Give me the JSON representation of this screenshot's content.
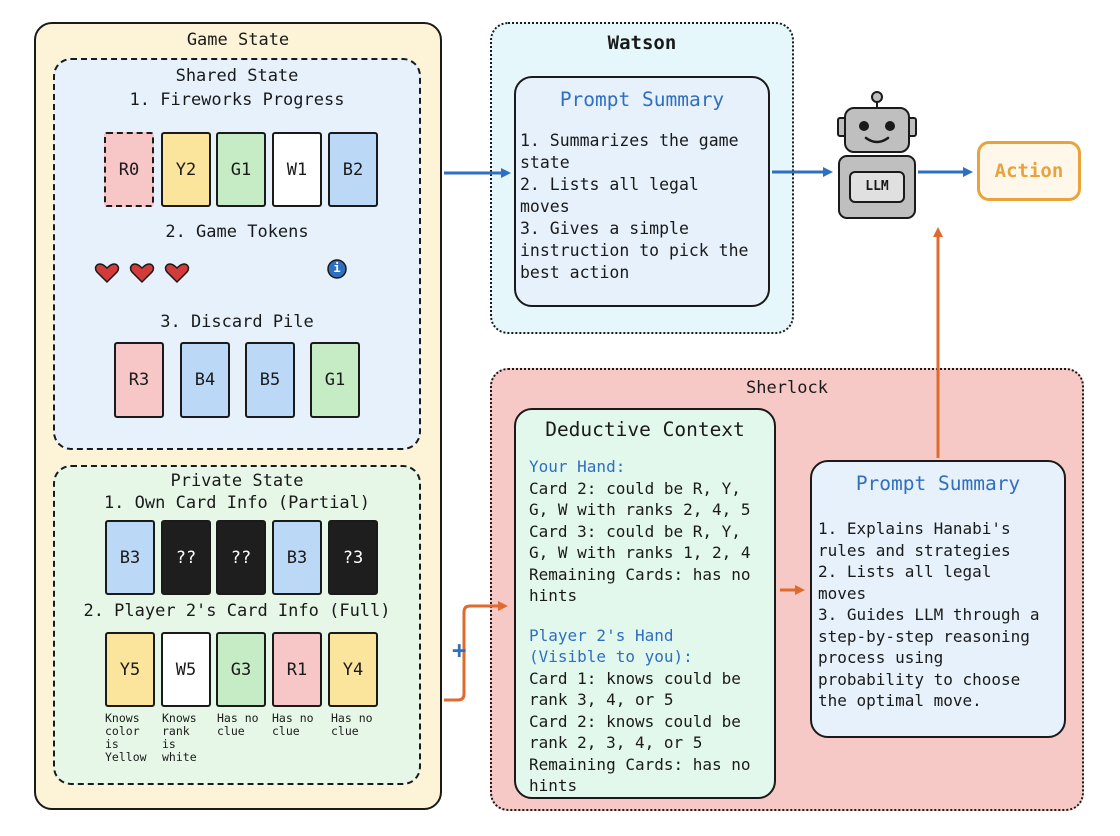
{
  "game_state": {
    "title": "Game State",
    "shared": {
      "title": "Shared State",
      "fireworks_heading": "1. Fireworks Progress",
      "fireworks": [
        "R0",
        "Y2",
        "G1",
        "W1",
        "B2"
      ],
      "tokens_heading": "2. Game Tokens",
      "discard_heading": "3. Discard Pile",
      "discard": [
        "R3",
        "B4",
        "B5",
        "G1"
      ]
    },
    "private": {
      "title": "Private State",
      "own_heading": "1. Own Card Info (Partial)",
      "own_cards": [
        "B3",
        "??",
        "??",
        "B3",
        "?3"
      ],
      "player2_heading": "2. Player 2's Card Info (Full)",
      "player2_cards": [
        "Y5",
        "W5",
        "G3",
        "R1",
        "Y4"
      ],
      "player2_notes": [
        "Knows color is Yellow",
        "Knows rank is white",
        "Has no clue",
        "Has no clue",
        "Has no clue"
      ]
    }
  },
  "watson": {
    "title": "Watson",
    "box_title": "Prompt Summary",
    "lines": [
      "1. Summarizes the game",
      "state",
      "2. Lists all legal",
      "moves",
      "3. Gives a simple",
      "instruction to pick the",
      "best action"
    ]
  },
  "sherlock": {
    "title": "Sherlock",
    "deductive": {
      "title": "Deductive Context",
      "your_hand_heading": "Your Hand:",
      "your_hand_lines": [
        "Card 2: could be R, Y,",
        "G, W with ranks 2, 4, 5",
        "Card 3: could be R, Y,",
        "G, W with ranks 1, 2, 4",
        "Remaining Cards: has no",
        "hints"
      ],
      "p2_heading_lines": [
        "Player 2's Hand",
        "(Visible to you):"
      ],
      "p2_lines": [
        "Card 1: knows could be",
        "rank 3, 4, or 5",
        "Card 2: knows could be",
        "rank 2, 3, 4, or 5",
        "Remaining Cards: has no",
        "hints"
      ]
    },
    "summary": {
      "title": "Prompt Summary",
      "lines": [
        "1. Explains Hanabi's",
        "rules and strategies",
        "2. Lists all legal",
        "moves",
        "3. Guides LLM through a",
        "step-by-step reasoning",
        "process using",
        "probability to choose",
        "the optimal move."
      ]
    }
  },
  "llm_label": "LLM",
  "action_label": "Action",
  "plus_sign": "+",
  "info_icon_glyph": "i",
  "colors": {
    "red": "#f7c6c7",
    "yellow": "#fbe49c",
    "green": "#c5ecc5",
    "white": "#ffffff",
    "blue": "#bcd8f7",
    "black": "#1e1e1e",
    "arrow_blue": "#2f6fbf",
    "arrow_orange": "#e06a2e",
    "heart": "#d33a3a",
    "action_orange": "#e8a33d"
  }
}
